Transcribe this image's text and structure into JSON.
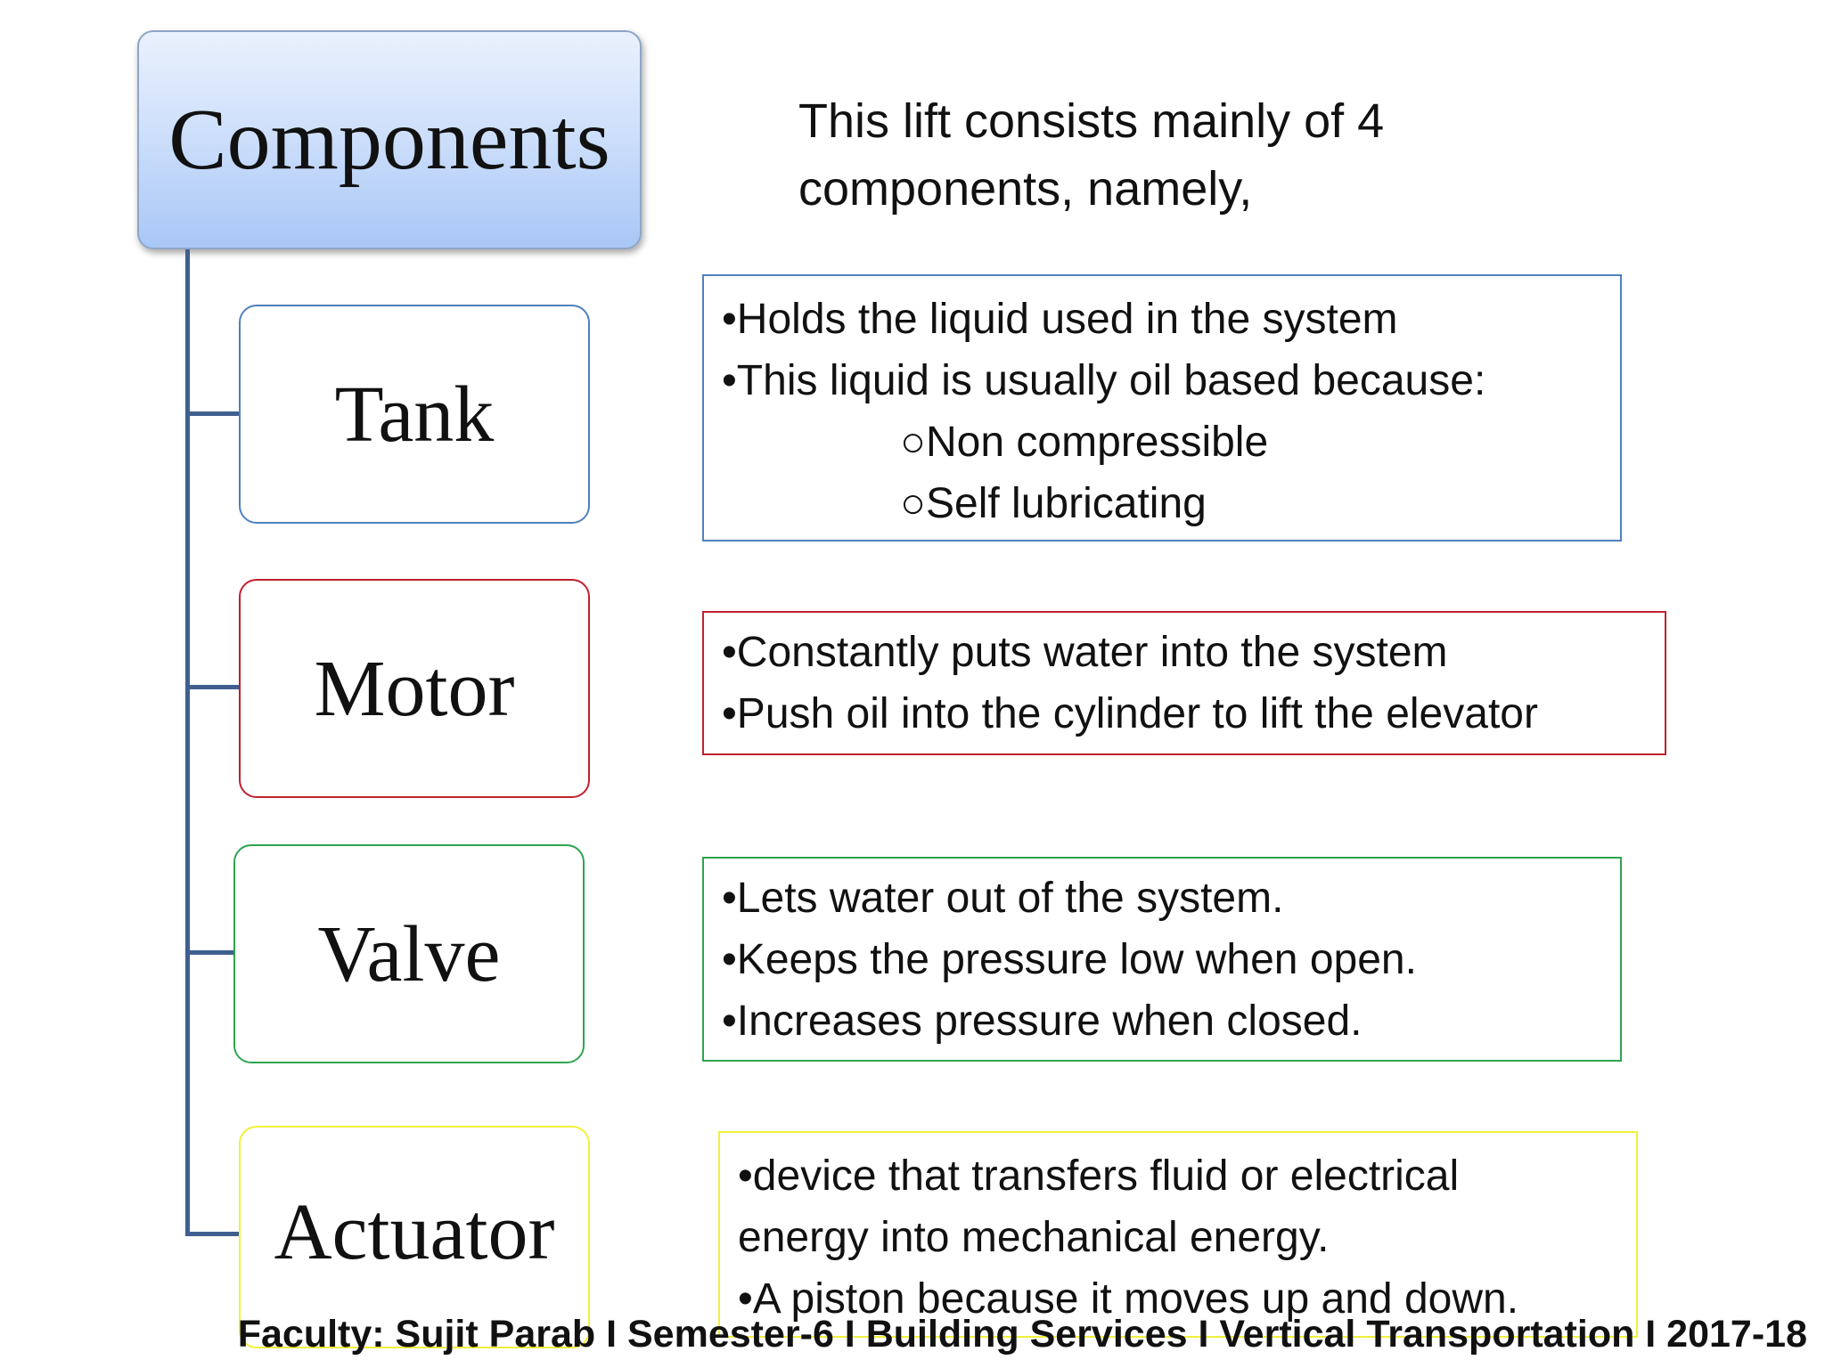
{
  "header": {
    "title": "Components"
  },
  "intro": {
    "line1": "This lift consists mainly of 4",
    "line2": "components, namely,"
  },
  "colors": {
    "tank": "#4f81bd",
    "motor": "#c0212e",
    "valve": "#2ea44f",
    "actuator": "#f2f03c",
    "connector": "#3f5f8f"
  },
  "components": [
    {
      "name": "Tank",
      "points": [
        "•Holds the liquid used in the system",
        "•This liquid is usually oil based because:"
      ],
      "subpoints": [
        "○Non compressible",
        "○Self lubricating"
      ]
    },
    {
      "name": "Motor",
      "points": [
        "•Constantly puts water into the system",
        "•Push oil into the cylinder to lift the elevator"
      ]
    },
    {
      "name": "Valve",
      "points": [
        "•Lets water out of the system.",
        "•Keeps the pressure low when open.",
        "•Increases pressure when closed."
      ]
    },
    {
      "name": "Actuator",
      "points": [
        "•device that transfers fluid or electrical",
        "energy into mechanical energy.",
        "•A piston because it moves up and down."
      ]
    }
  ],
  "footer": {
    "text": "Faculty: Sujit Parab I   Semester-6  I  Building Services  I  Vertical Transportation  I  2017-18"
  }
}
